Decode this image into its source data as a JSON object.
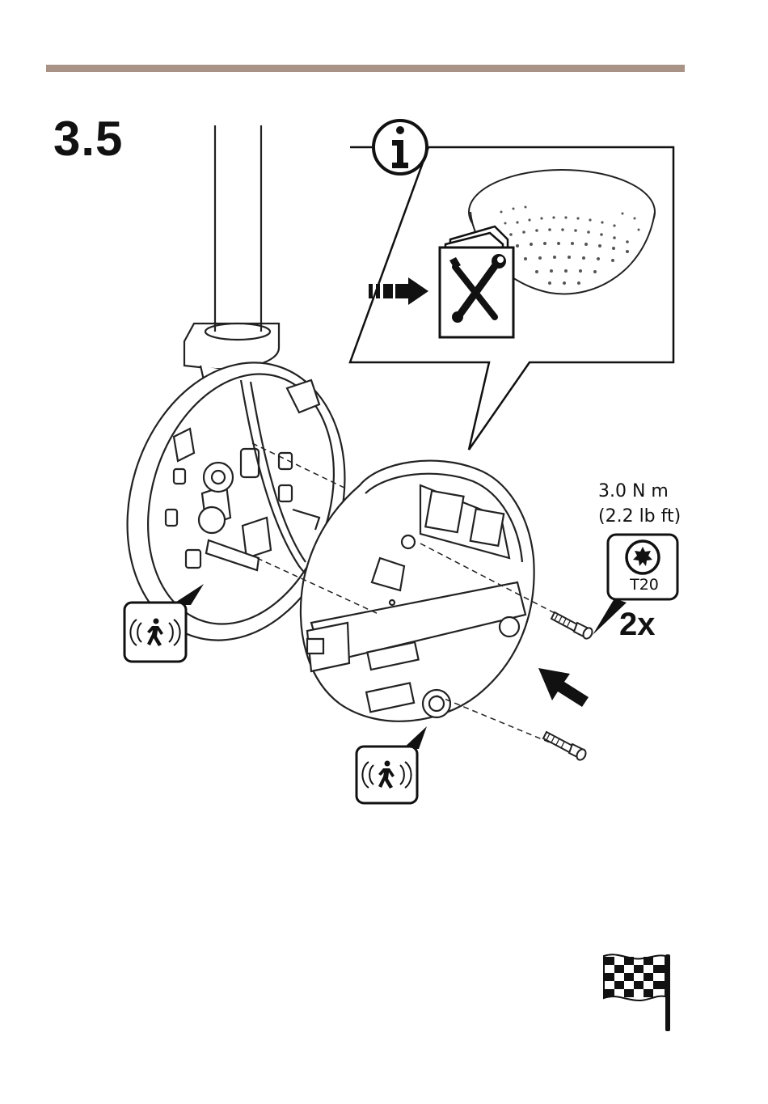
{
  "step": {
    "number": "3.5"
  },
  "torque": {
    "metric": "3.0 N m",
    "imperial": "(2.2 lb ft)"
  },
  "tool": {
    "bit_label": "T20",
    "icon": "torx-bit-icon"
  },
  "quantity": "2x",
  "icons": {
    "info": "info-icon",
    "manual": "manual-tools-icon",
    "motion_sensor": "motion-sensor-icon",
    "finish": "checkered-flag-icon"
  },
  "colors": {
    "rule": "#a89386",
    "line": "#111111"
  }
}
